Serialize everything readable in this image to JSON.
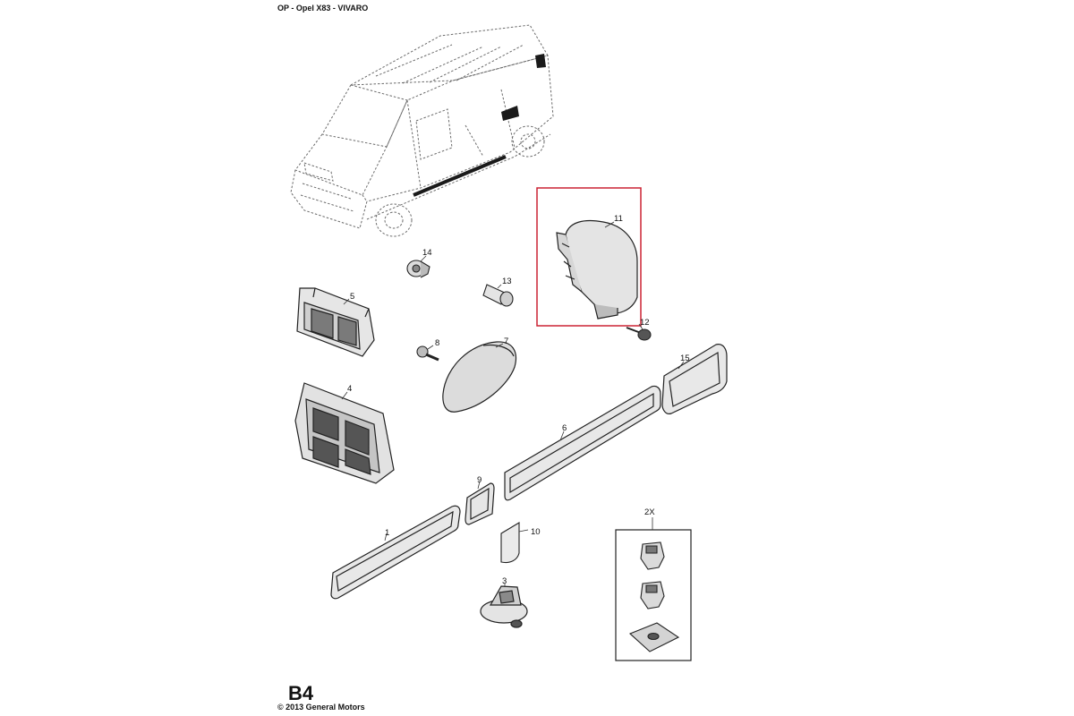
{
  "header": {
    "title": "OP - Opel X83 - VIVARO"
  },
  "footer": {
    "section": "B4",
    "copyright": "© 2013 General Motors"
  },
  "callouts": {
    "c1": "1",
    "c2x": "2X",
    "c3": "3",
    "c4": "4",
    "c5": "5",
    "c6": "6",
    "c7": "7",
    "c8": "8",
    "c9": "9",
    "c10": "10",
    "c11": "11",
    "c12": "12",
    "c13": "13",
    "c14": "14",
    "c15": "15"
  },
  "highlight_color": "#cc2233"
}
